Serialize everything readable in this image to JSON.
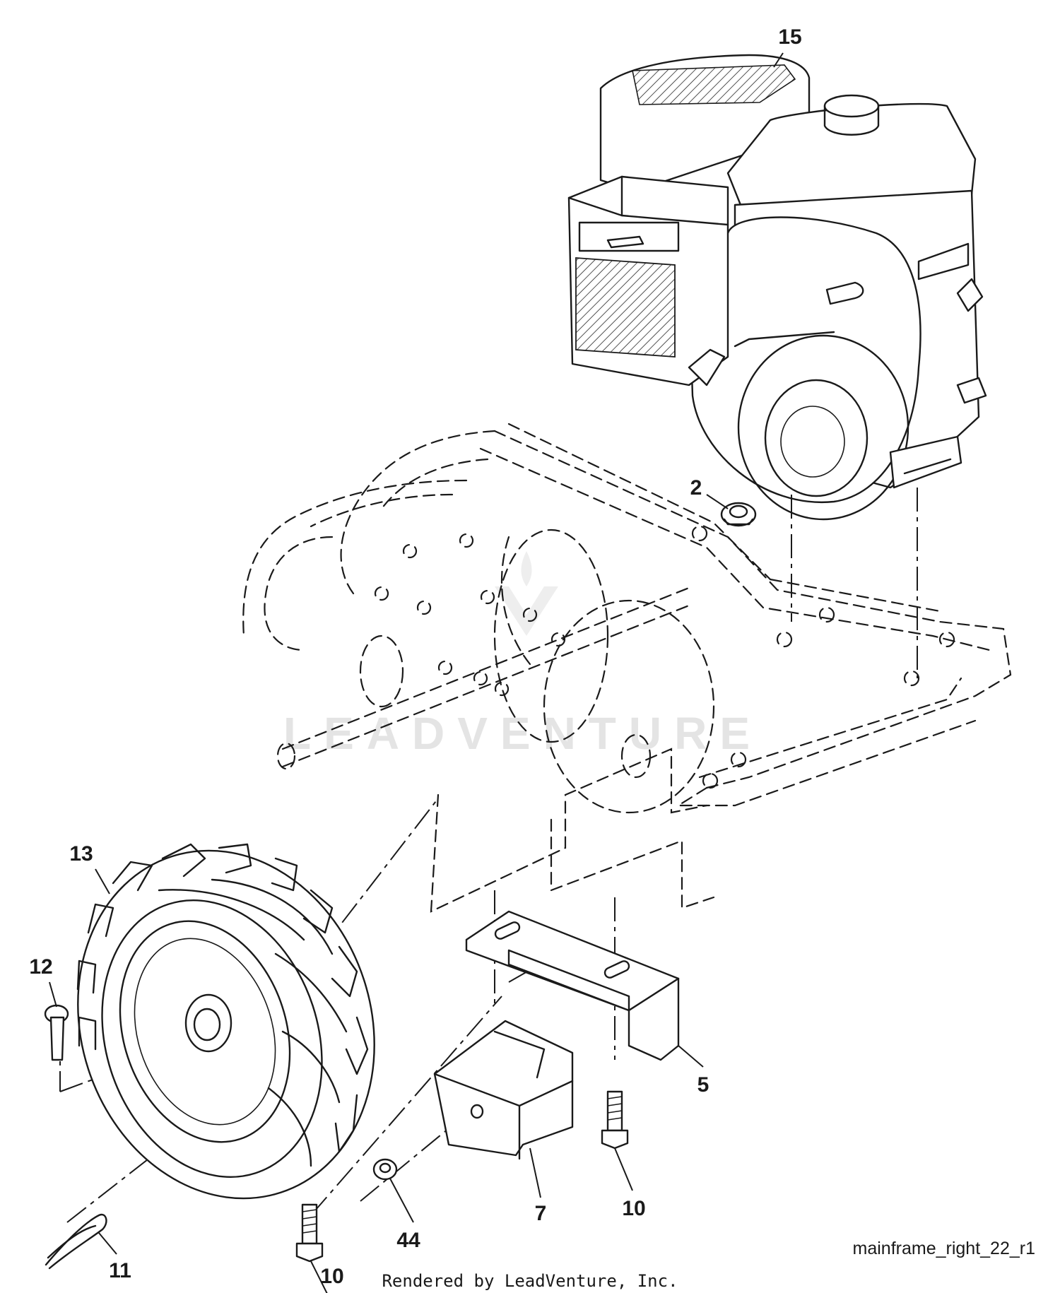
{
  "diagram": {
    "callouts": [
      {
        "id": "c15",
        "label": "15"
      },
      {
        "id": "c2",
        "label": "2"
      },
      {
        "id": "c13",
        "label": "13"
      },
      {
        "id": "c12",
        "label": "12"
      },
      {
        "id": "c5",
        "label": "5"
      },
      {
        "id": "c10a",
        "label": "10"
      },
      {
        "id": "c7",
        "label": "7"
      },
      {
        "id": "c44",
        "label": "44"
      },
      {
        "id": "c10b",
        "label": "10"
      },
      {
        "id": "c11",
        "label": "11"
      }
    ],
    "diagram_id": "mainframe_right_22_r1",
    "render_credit": "Rendered by LeadVenture, Inc.",
    "watermark": "LEADVENTURE"
  }
}
